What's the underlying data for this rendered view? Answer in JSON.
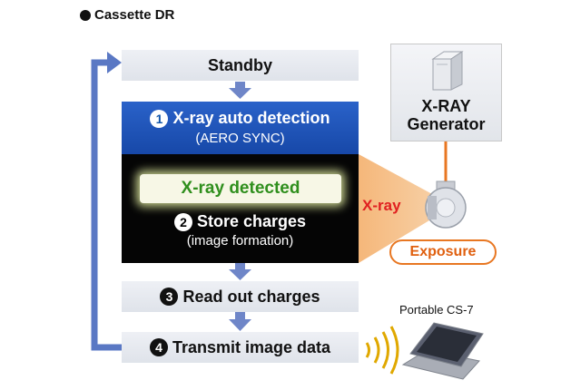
{
  "title": "Cassette DR",
  "steps": {
    "standby": "Standby",
    "auto_detection": {
      "number": "1",
      "label": "X-ray auto detection",
      "sub": "(AERO SYNC)"
    },
    "detected": "X-ray detected",
    "store_charges": {
      "number": "2",
      "label": "Store charges",
      "sub": "(image formation)"
    },
    "read_out": {
      "number": "3",
      "label": "Read out charges"
    },
    "transmit": {
      "number": "4",
      "label": "Transmit image data"
    }
  },
  "generator": {
    "line1": "X-RAY",
    "line2": "Generator"
  },
  "xray_label": "X-ray",
  "exposure_label": "Exposure",
  "device_label": "Portable CS-7",
  "colors": {
    "step_blue": "#1f56b8",
    "arrow_blue": "#5a78c4",
    "detected_green": "#2f8f1d",
    "xray_red": "#e02020",
    "exposure_orange": "#e87722"
  },
  "icons": [
    "generator-cabinet-icon",
    "xray-tube-icon",
    "wireless-signal-icon",
    "tablet-computer-icon",
    "down-arrow-icon",
    "loop-arrow-icon"
  ]
}
